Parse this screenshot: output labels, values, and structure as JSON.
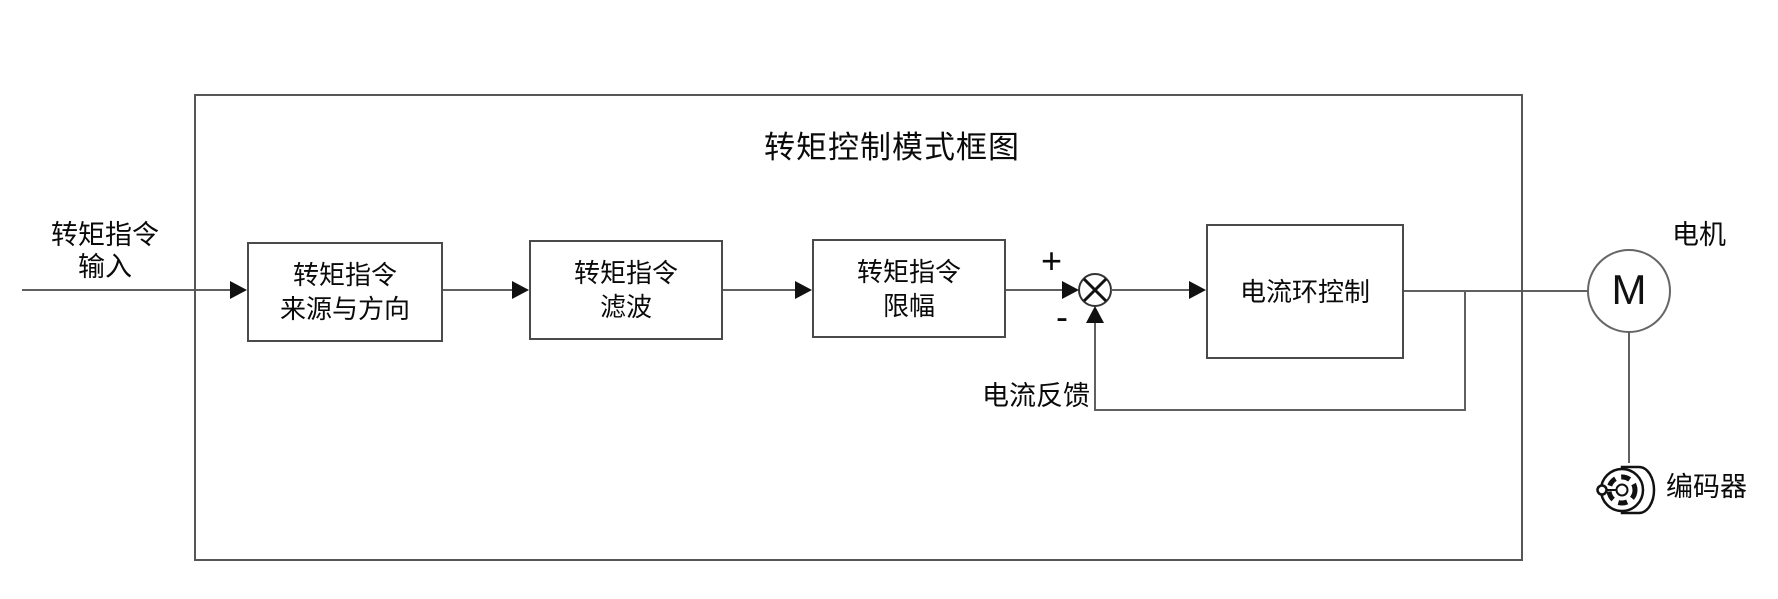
{
  "diagram": {
    "title": "转矩控制模式框图",
    "input_label": {
      "line1": "转矩指令",
      "line2": "输入"
    },
    "blocks": [
      {
        "id": "source-direction",
        "line1": "转矩指令",
        "line2": "来源与方向"
      },
      {
        "id": "filter",
        "line1": "转矩指令",
        "line2": "滤波"
      },
      {
        "id": "limit",
        "line1": "转矩指令",
        "line2": "限幅"
      },
      {
        "id": "current-loop",
        "line1": "电流环控制"
      }
    ],
    "summing_junction": {
      "plus": "+",
      "minus": "-"
    },
    "feedback_label": "电流反馈",
    "motor": {
      "symbol": "M",
      "label": "电机"
    },
    "encoder": {
      "label": "编码器"
    },
    "colors": {
      "background": "#ffffff",
      "connector": "#606060",
      "box_border": "#4a4a4a",
      "outer_frame": "#565656",
      "arrowhead": "#111111",
      "text": "#0a0a0a"
    }
  }
}
